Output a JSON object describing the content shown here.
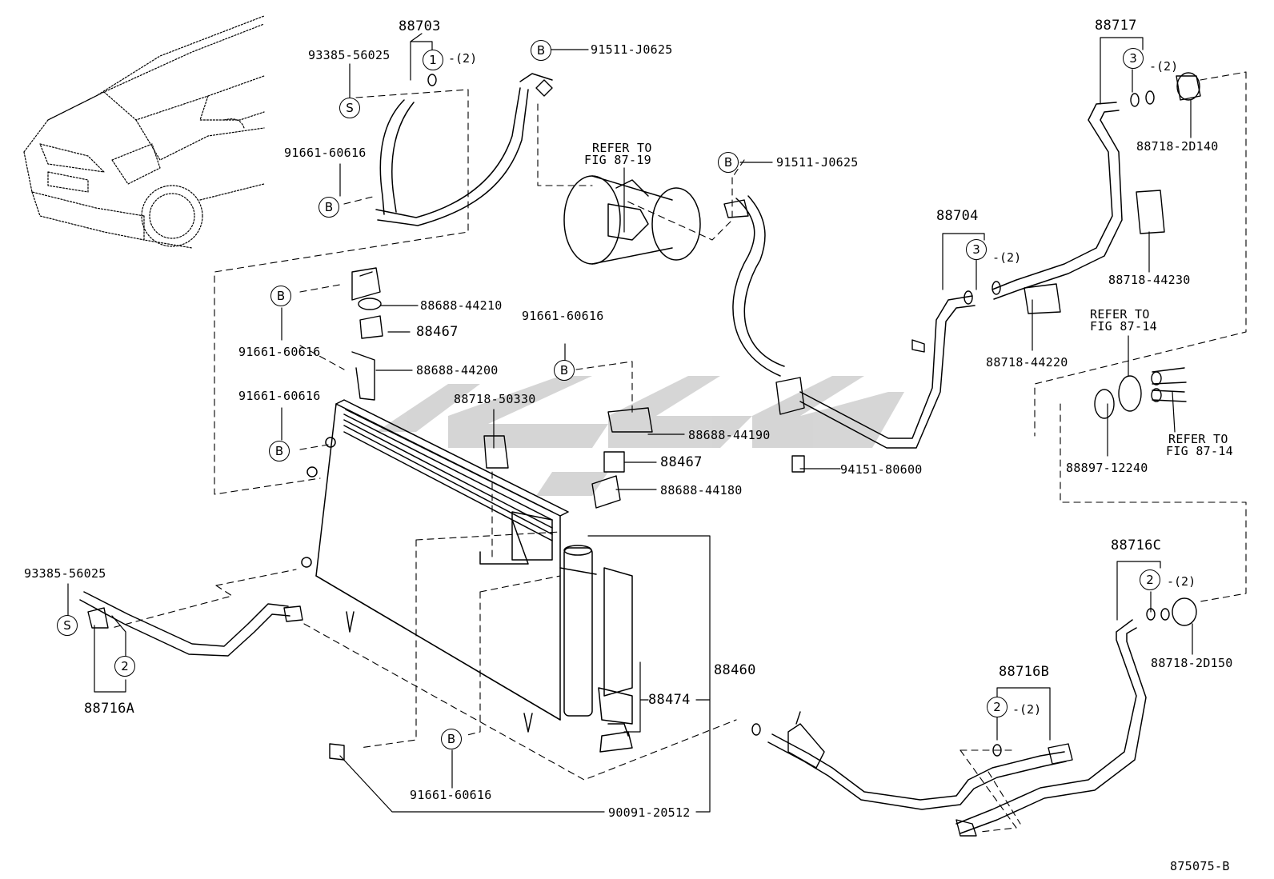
{
  "diagram": {
    "figure_id": "875075-B",
    "watermark": "بيك",
    "parts": {
      "p88703": "88703",
      "p93385_top": "93385-56025",
      "p91511_a": "91511-J0625",
      "p91661_top": "91661-60616",
      "refer_87_19_l1": "REFER TO",
      "refer_87_19_l2": "FIG 87-19",
      "p91511_b": "91511-J0625",
      "p88717": "88717",
      "p88718_2d140": "88718-2D140",
      "p88704": "88704",
      "p88718_44230": "88718-44230",
      "p88688_44210": "88688-44210",
      "p88467_a": "88467",
      "p91661_b": "91661-60616",
      "p91661_c": "91661-60616",
      "p88688_44200": "88688-44200",
      "p91661_mid": "91661-60616",
      "p88718_50330": "88718-50330",
      "p88688_44190": "88688-44190",
      "p88467_b": "88467",
      "p88688_44180": "88688-44180",
      "p94151": "94151-80600",
      "p88718_44220": "88718-44220",
      "refer_87_14a_l1": "REFER TO",
      "refer_87_14a_l2": "FIG 87-14",
      "p88897": "88897-12240",
      "refer_87_14b_l1": "REFER TO",
      "refer_87_14b_l2": "FIG 87-14",
      "p93385_bottom": "93385-56025",
      "p88716a": "88716A",
      "p88460": "88460",
      "p88474": "88474",
      "p88716c": "88716C",
      "p88718_2d150": "88718-2D150",
      "p88716b": "88716B",
      "p91661_bottom": "91661-60616",
      "p90091": "90091-20512"
    },
    "callouts": {
      "b": "B",
      "s": "S",
      "one": "1",
      "two": "2",
      "three": "3",
      "qty2": "-(2)"
    }
  }
}
